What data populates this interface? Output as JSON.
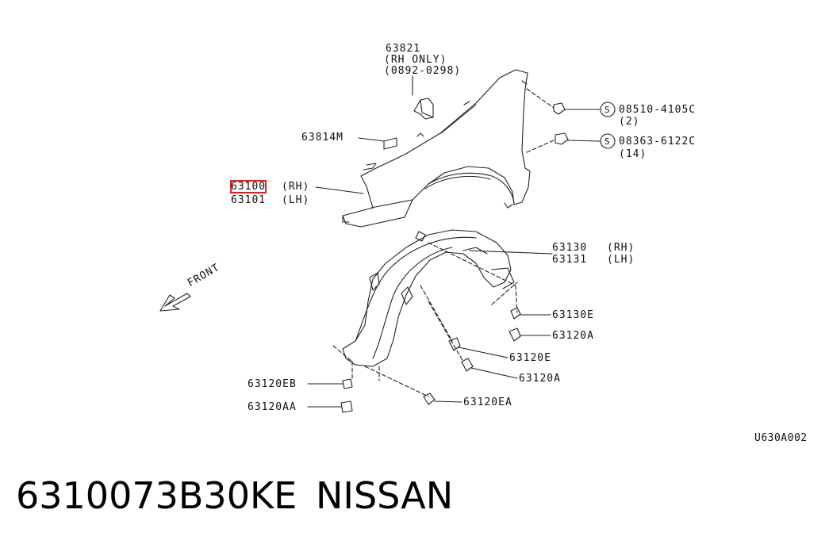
{
  "labels": {
    "p63821_l1": "63821",
    "p63821_l2": "(RH ONLY)",
    "p63821_l3": "(0892-0298)",
    "p63814m": "63814M",
    "p63100": "63100",
    "p63100_side": "(RH)",
    "p63101": "63101",
    "p63101_side": "(LH)",
    "bolt1_code": "08510-4105C",
    "bolt1_qty": "(2)",
    "bolt2_code": "08363-6122C",
    "bolt2_qty": "(14)",
    "s_symbol": "S",
    "p63130": "63130",
    "p63130_side": "(RH)",
    "p63131": "63131",
    "p63131_side": "(LH)",
    "p63130e": "63130E",
    "p63120a_1": "63120A",
    "p63120e": "63120E",
    "p63120a_2": "63120A",
    "p63120ea": "63120EA",
    "p63120eb": "63120EB",
    "p63120aa": "63120AA",
    "front": "FRONT",
    "diagram_id": "U630A002"
  },
  "footer": {
    "part_number": "6310073B30KE",
    "brand": "NISSAN"
  },
  "colors": {
    "line": "#222222",
    "highlight": "#e02020"
  },
  "highlighted_part": "63100"
}
